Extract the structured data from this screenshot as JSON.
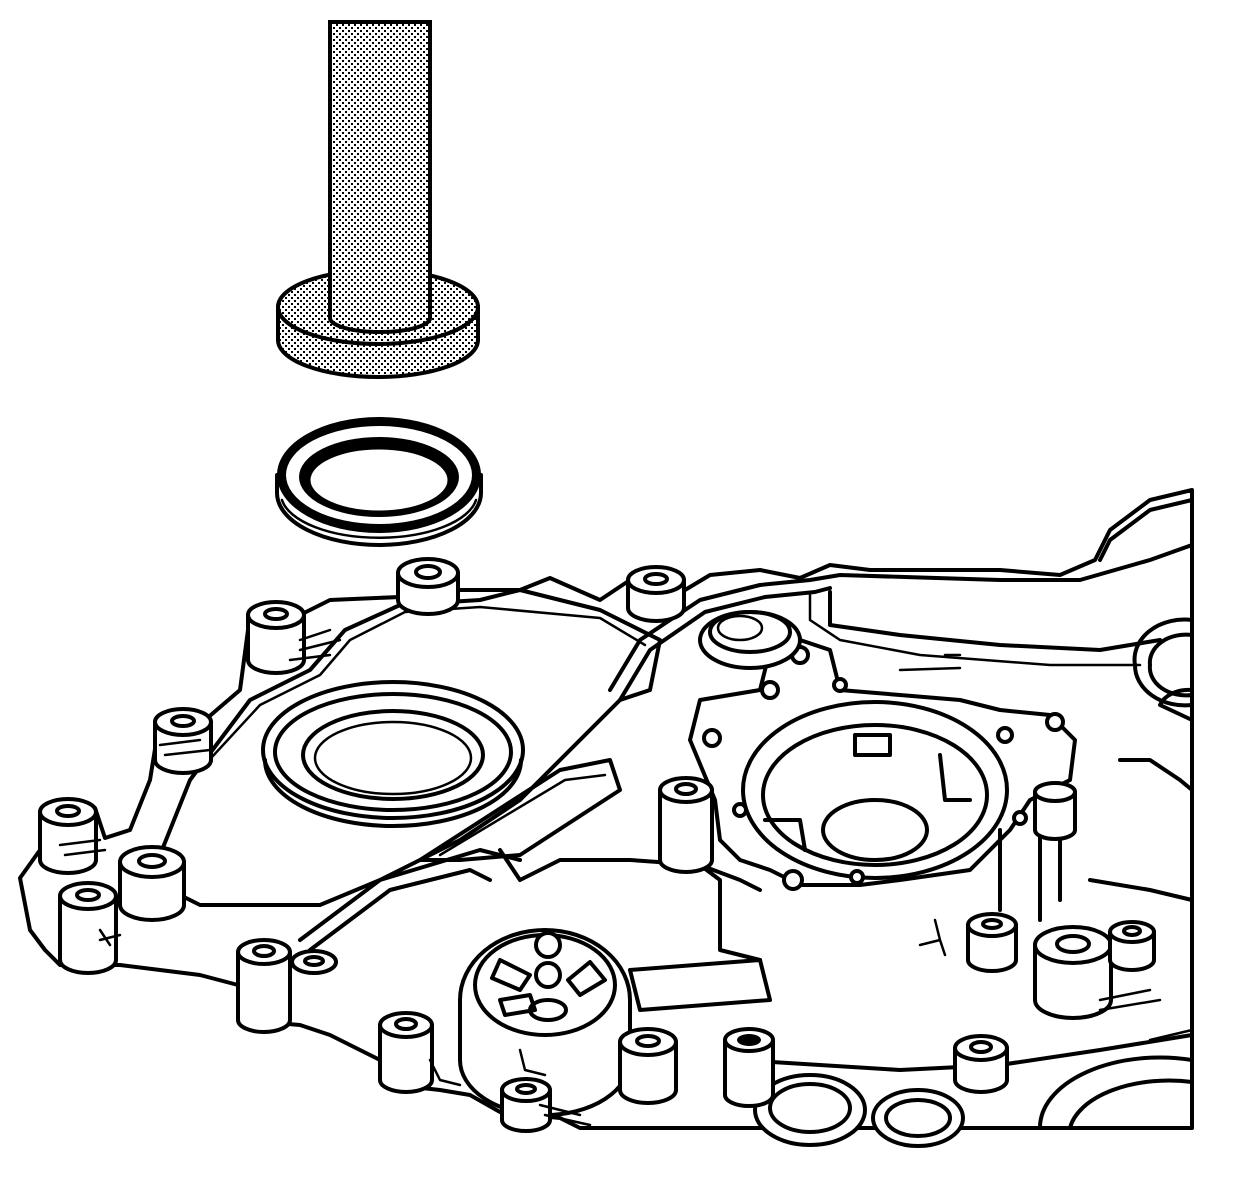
{
  "figure": {
    "description_text": "",
    "components": [
      {
        "id": "installer-tool",
        "icon": "seal-installer-tool-icon"
      },
      {
        "id": "front-oil-seal",
        "icon": "crankshaft-front-oil-seal-icon"
      },
      {
        "id": "front-cover",
        "icon": "engine-front-cover-icon"
      }
    ],
    "colors": {
      "line": "#000000",
      "background": "#ffffff",
      "stipple": "#000000"
    }
  }
}
